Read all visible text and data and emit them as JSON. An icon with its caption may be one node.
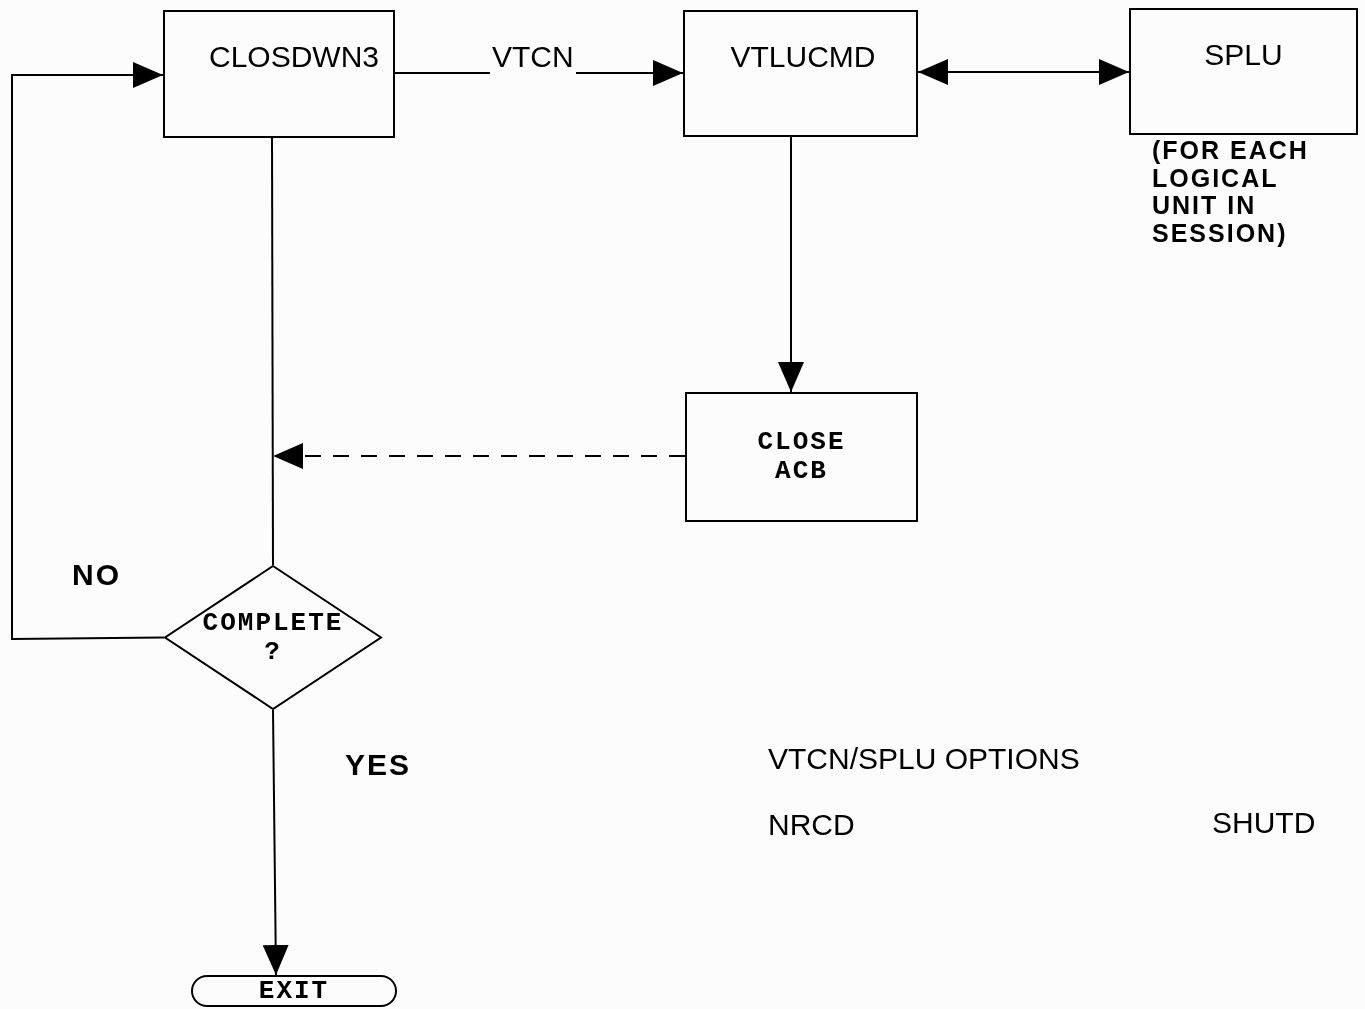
{
  "diagram": {
    "nodes": [
      {
        "text": [
          "CLOSDWN3"
        ]
      },
      {
        "text": [
          "VTLUCMD"
        ]
      },
      {
        "text": [
          "SPLU"
        ],
        "beside": [
          "(FOR EACH LOGICAL UNIT IN SESSION)"
        ]
      },
      {
        "text": [
          "CLOSE ACB"
        ]
      },
      {
        "text": [
          "COMPLETE ?"
        ]
      },
      {
        "text": [
          "EXIT"
        ]
      }
    ],
    "edges": [
      {
        "from": 0,
        "to": 1,
        "arrow": "to",
        "label": "VTCN"
      },
      {
        "from": 1,
        "to": 2,
        "arrow": "both"
      },
      {
        "from": 1,
        "to": 3,
        "arrow": "to"
      },
      {
        "from": 3,
        "to": null,
        "arrow": "to",
        "style": "dashed"
      },
      {
        "from": 0,
        "to": 4,
        "arrow": "none"
      },
      {
        "from": 4,
        "to": 0,
        "arrow": "to",
        "label": "NO"
      },
      {
        "from": 4,
        "to": 5,
        "arrow": "to",
        "label": "YES"
      }
    ],
    "labels": [
      "VTCN/SPLU OPTIONS",
      "NRCD",
      "SHUTD"
    ]
  }
}
